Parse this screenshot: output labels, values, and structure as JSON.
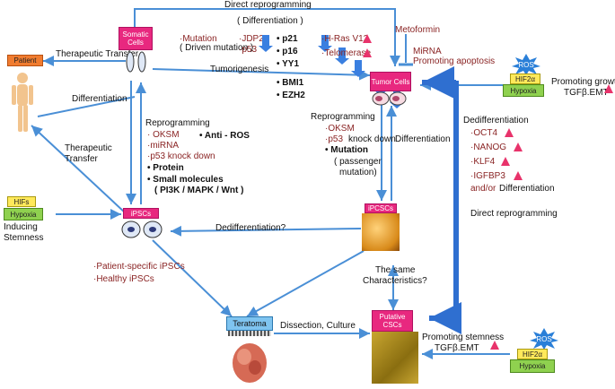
{
  "title_top": "Direct reprogramming",
  "subtitle_top": "( Differentiation )",
  "nodes": {
    "patient": "Patient",
    "somatic": "Somatic Cells",
    "tumor": "Tumor Cells",
    "ipscs": "iPSCs",
    "ipcscs": "iPCSCs",
    "teratoma": "Teratoma",
    "putative": "Putative CSCs",
    "hifs_left": "HIFs",
    "hypoxia_left": "Hypoxia",
    "hif2a_top": "HIF2α",
    "hypoxia_top": "Hypoxia",
    "ros_top": "ROS",
    "hif2a_bottom": "HIF2α",
    "hypoxia_bottom": "Hypoxia",
    "ros_bottom": "ROS"
  },
  "labels": {
    "therapeutic_transfer_1": "Therapeutic Transfer",
    "differentiation_left": "Differentiation",
    "therapeutic_transfer_2": "Therapeutic Transfer",
    "inducing_stemness": "Inducing Stemness",
    "mutation": "·Mutation",
    "driven_mutation": "( Driven mutation )",
    "jdp2": "·JDP2",
    "p53": "·p53",
    "p21": "• p21",
    "p16": "• p16",
    "yy1": "• YY1",
    "bmi1": "• BMI1",
    "ezh2": "• EZH2",
    "hras": "·H-Ras V12",
    "telomerase": "·Telomerase",
    "tumorigenesis": "Tumorigenesis",
    "metoformin": "Metoformin",
    "mirna_right": "MiRNA",
    "promoting_apoptosis": "Promoting apoptosis",
    "promoting_growth": "Promoting growth",
    "tgfb_top": "TGFβ.EMT",
    "reprog_left_title": "Reprogramming",
    "reprog_left_oksm": "· OKSM",
    "reprog_left_mirna": "·miRNA",
    "reprog_left_p53": "·p53 knock down",
    "anti_ros": "• Anti - ROS",
    "protein": "• Protein",
    "small_molecules": "• Small molecules",
    "pathways": "( PI3K / MAPK / Wnt )",
    "reprog_right_title": "Reprogramming",
    "reprog_right_oksm": "·OKSM",
    "reprog_right_p53": "·p53",
    "knock_down": "knock down",
    "mutation_right": "• Mutation",
    "passenger_1": "( passenger",
    "passenger_2": "mutation)",
    "differentiation_mid": "Differentiation",
    "dediff_title": "Dedifferentiation",
    "oct4": "·OCT4",
    "nanog": "·NANOG",
    "klf4": "·KLF4",
    "igfbp3": "·IGFBP3",
    "and_or": "and/or",
    "differentiation_right": "Differentiation",
    "direct_reprogramming_right": "Direct reprogramming",
    "dediff_question": "Dedifferentiation?",
    "same_char_1": "The same",
    "same_char_2": "Characteristics?",
    "patient_specific": "·Patient-specific iPSCs",
    "healthy": "·Healthy iPSCs",
    "dissection": "Dissection, Culture",
    "promoting_stemness": "Promoting stemness",
    "tgfb_bottom": "TGFβ.EMT"
  },
  "colors": {
    "arrow": "#4a8fd6",
    "pink": "#e8287f",
    "dark_red": "#8a2424",
    "up_arrow": "#e8336b",
    "down_arrow": "#3a7fe0"
  }
}
